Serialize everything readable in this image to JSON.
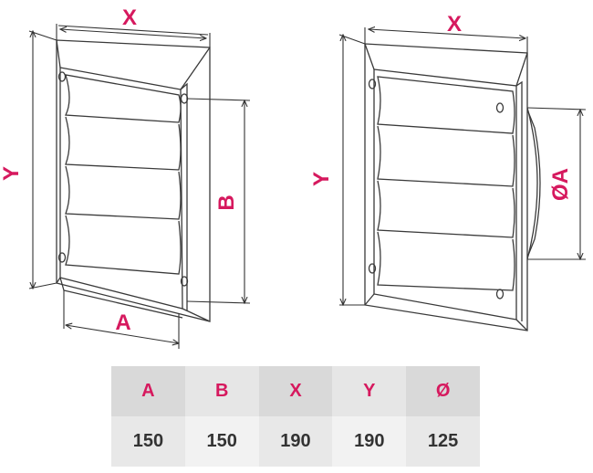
{
  "diagram": {
    "labels": {
      "left_x": "X",
      "left_y": "Y",
      "left_a": "A",
      "left_b": "B",
      "right_x": "X",
      "right_y": "Y",
      "right_oa": "ØA"
    }
  },
  "table": {
    "headers": [
      "A",
      "B",
      "X",
      "Y",
      "Ø"
    ],
    "values": [
      "150",
      "150",
      "190",
      "190",
      "125"
    ]
  },
  "colors": {
    "accent": "#d6195e",
    "line": "#3a3a3a",
    "table_text": "#333333"
  }
}
